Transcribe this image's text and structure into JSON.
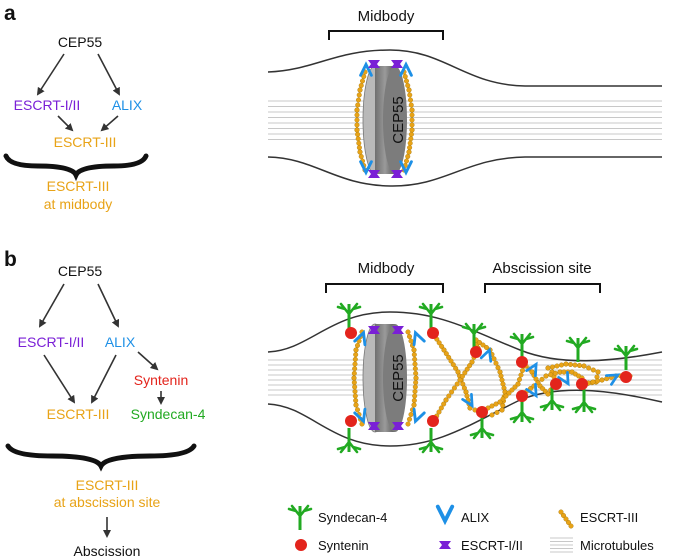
{
  "colors": {
    "black": "#111111",
    "escrt_i_ii": "#7a1fd6",
    "alix": "#1e90e6",
    "escrt_iii": "#e8a317",
    "syntenin": "#e3241c",
    "syndecan4": "#22aa22",
    "microtubule": "#c8c8c8",
    "cep55_body": "#8e8e8e"
  },
  "panel_a": {
    "letter": "a",
    "flow": {
      "cep55": "CEP55",
      "escrt_i_ii": "ESCRT-I/II",
      "alix": "ALIX",
      "escrt_iii": "ESCRT-III",
      "result_line1": "ESCRT-III",
      "result_line2": "at midbody"
    },
    "midbody_label": "Midbody",
    "cep55_label": "CEP55"
  },
  "panel_b": {
    "letter": "b",
    "flow": {
      "cep55": "CEP55",
      "escrt_i_ii": "ESCRT-I/II",
      "alix": "ALIX",
      "syntenin": "Syntenin",
      "escrt_iii": "ESCRT-III",
      "syndecan4": "Syndecan-4",
      "result_line1": "ESCRT-III",
      "result_line2": "at abscission site",
      "final": "Abscission"
    },
    "midbody_label": "Midbody",
    "abscission_label": "Abscission site",
    "cep55_label": "CEP55"
  },
  "legend": {
    "syndecan4": "Syndecan-4",
    "alix": "ALIX",
    "escrt_iii": "ESCRT-III",
    "syntenin": "Syntenin",
    "escrt_i_ii": "ESCRT-I/II",
    "microtubules": "Microtubules"
  }
}
